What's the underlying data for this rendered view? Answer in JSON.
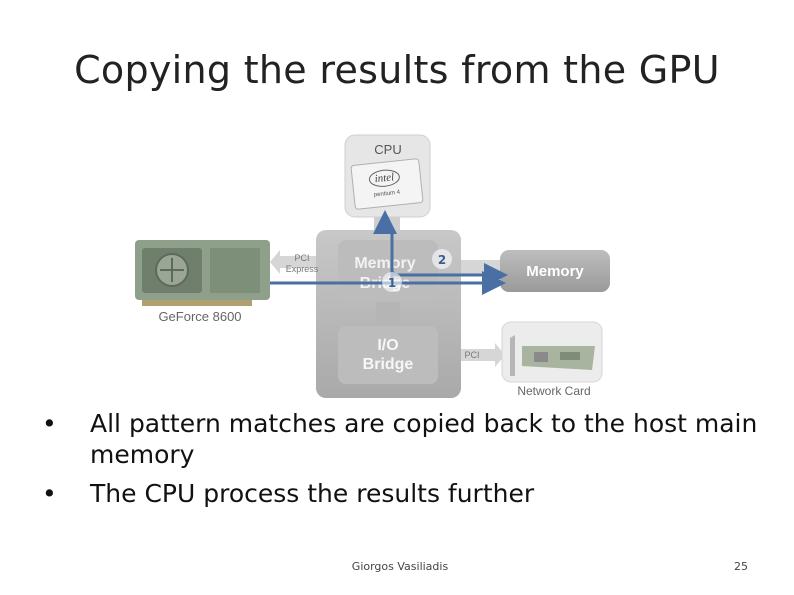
{
  "slide": {
    "title": "Copying the results from the GPU",
    "bullets": [
      "All pattern matches are copied back to the host main memory",
      "The CPU process the results further"
    ],
    "footer_author": "Giorgos Vasiliadis",
    "page_number": "25"
  },
  "diagram": {
    "cpu_label": "CPU",
    "cpu_chip_brand": "intel",
    "cpu_chip_model": "pentium 4",
    "pci_express_label_line1": "PCI",
    "pci_express_label_line2": "Express",
    "gpu_label": "GeForce 8600",
    "memory_bridge_line1": "Memory",
    "memory_bridge_line2": "Bridge",
    "memory_label": "Memory",
    "io_bridge_line1": "I/O",
    "io_bridge_line2": "Bridge",
    "pci_label": "PCI",
    "network_card_label": "Network Card",
    "step1": "1",
    "step2": "2",
    "arrow_color": "#4a6fa5"
  }
}
